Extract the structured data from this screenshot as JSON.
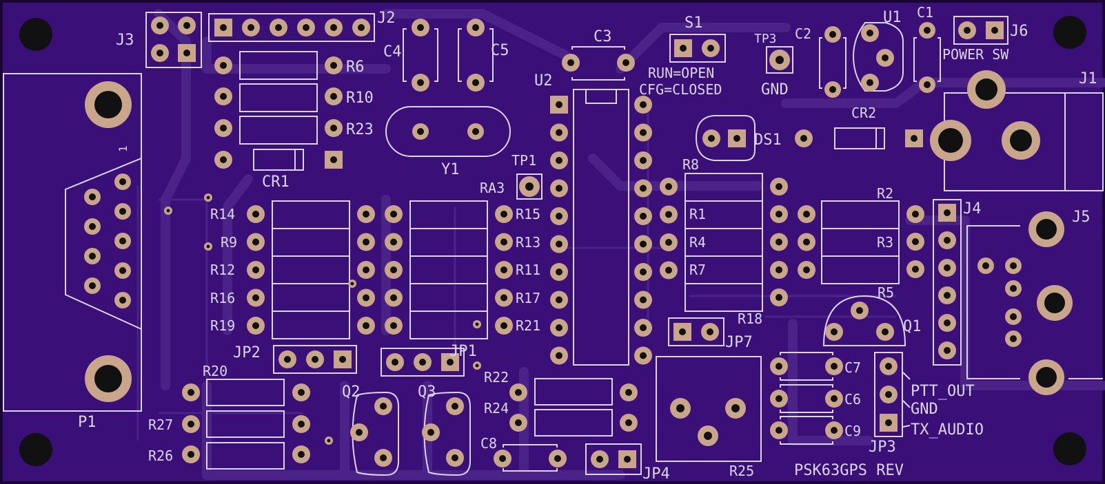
{
  "board": {
    "name": "PSK63GPS REV",
    "colors": {
      "background": "#3a0f78",
      "trace": "#4a2288",
      "silkscreen": "#dcd6ec",
      "pad": "#c9a58a",
      "drill": "#111111"
    }
  },
  "labels": {
    "p1": "P1",
    "p1_pin1": "1",
    "j1": "J1",
    "j2": "J2",
    "j3": "J3",
    "j4": "J4",
    "j5": "J5",
    "j6": "J6",
    "power_sw": "POWER SW",
    "u1": "U1",
    "u2": "U2",
    "s1": "S1",
    "run_open": "RUN=OPEN",
    "cfg_closed": "CFG=CLOSED",
    "tp1": "TP1",
    "tp3": "TP3",
    "gnd": "GND",
    "c1": "C1",
    "c2": "C2",
    "c3": "C3",
    "c4": "C4",
    "c5": "C5",
    "c6": "C6",
    "c7": "C7",
    "c8": "C8",
    "c9": "C9",
    "cr1": "CR1",
    "cr2": "CR2",
    "ds1": "DS1",
    "y1": "Y1",
    "ra3": "RA3",
    "r1": "R1",
    "r2": "R2",
    "r3": "R3",
    "r4": "R4",
    "r5": "R5",
    "r6": "R6",
    "r7": "R7",
    "r8": "R8",
    "r9": "R9",
    "r10": "R10",
    "r11": "R11",
    "r12": "R12",
    "r13": "R13",
    "r14": "R14",
    "r15": "R15",
    "r16": "R16",
    "r17": "R17",
    "r18": "R18",
    "r19": "R19",
    "r20": "R20",
    "r21": "R21",
    "r22": "R22",
    "r23": "R23",
    "r24": "R24",
    "r25": "R25",
    "r26": "R26",
    "r27": "R27",
    "q1": "Q1",
    "q2": "Q2",
    "q3": "Q3",
    "jp1": "JP1",
    "jp2": "JP2",
    "jp3": "JP3",
    "jp4": "JP4",
    "jp7": "JP7",
    "ptt_out": "PTT_OUT",
    "gnd2": "GND",
    "tx_audio": "TX_AUDIO"
  }
}
